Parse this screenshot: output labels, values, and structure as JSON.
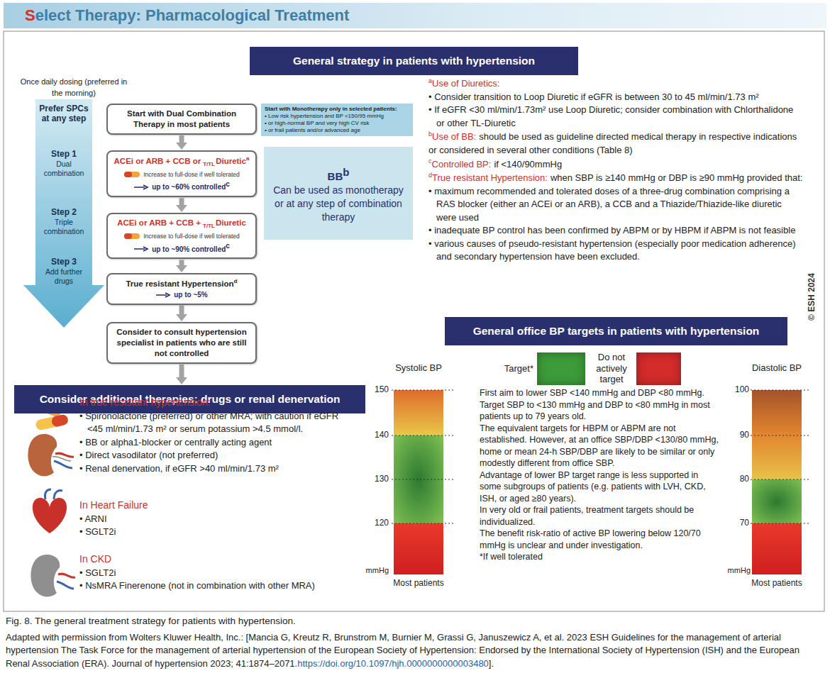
{
  "diagram": {
    "title": "Select Therapy: Pharmacological Treatment",
    "caption": "Fig. 8. The general treatment strategy for patients with hypertension.",
    "nodes": [
      {
        "text": [
          "General strategy in patients with hypertension"
        ]
      },
      {
        "text": [
          "Prefer SPCs at any step",
          "Step 1",
          "Dual combination",
          "Step 2",
          "Triple combination",
          "Step 3",
          "Add further drugs"
        ]
      },
      {
        "text": [
          "Start with Dual Combination Therapy in most patients"
        ]
      },
      {
        "text": [
          "Start with Monotherapy only in selected patients:",
          "• Low risk hypertension and BP <150/95 mmHg",
          "• or high-normal BP and very high CV risk",
          "• or frail patients and/or advanced age"
        ]
      },
      {
        "text": [
          "ACEi or ARB + CCB or",
          "T/TL",
          "Diuretic",
          "a",
          "Increase to full-dose if well tolerated",
          "up to ~60% controlled",
          "c"
        ]
      },
      {
        "text": [
          "BB",
          "b",
          "Can be used as monotherapy or at any step of combination therapy"
        ]
      },
      {
        "text": [
          "ACEi or ARB + CCB +",
          "T/TL",
          "Diuretic",
          "Increase to full-dose if well tolerated",
          "up to ~90% controlled",
          "c"
        ]
      },
      {
        "text": [
          "True resistant Hypertension",
          "d",
          "up to ~5%"
        ]
      },
      {
        "text": [
          "Consider to consult hypertension specialist in patients who are still not controlled"
        ]
      },
      {
        "text": [
          "Consider additional therapies: drugs or renal denervation"
        ]
      },
      {
        "text": [
          "General office BP targets in patients with hypertension"
        ]
      }
    ],
    "edges": [
      {
        "from": 2,
        "to": 4,
        "arrow": "to"
      },
      {
        "from": 4,
        "to": 6,
        "arrow": "to"
      },
      {
        "from": 6,
        "to": 7,
        "arrow": "to"
      },
      {
        "from": 7,
        "to": 8,
        "arrow": "to"
      },
      {
        "from": 8,
        "to": 9,
        "arrow": "to"
      }
    ],
    "labels": [
      "Once daily dosing (preferred in the morning)",
      "a",
      "Use of Diuretics:",
      "• Consider transition to Loop Diuretic if eGFR is between 30 to 45 ml/min/1.73 m²",
      "• If eGFR <30 ml/min/1.73m² use Loop Diuretic; consider combination with Chlorthalidone or other TL-Diuretic",
      "b",
      "Use of BB:",
      "should be used as guideline directed medical therapy in respective indications or considered in several other conditions (Table 8)",
      "c",
      "Controlled BP:",
      "if <140/90mmHg",
      "d",
      "True resistant Hypertension:",
      "when SBP is ≥140 mmHg or DBP is ≥90 mmHg provided that:",
      "• maximum recommended and tolerated doses of a three-drug combination comprising a RAS blocker (either an ACEi or an ARB), a CCB and a Thiazide/Thiazide-like diuretic were used",
      "• inadequate BP control has been confirmed by ABPM or by HBPM if ABPM is not feasible",
      "• various causes of pseudo-resistant hypertension (especially poor medication adherence) and secondary hypertension have been excluded.",
      "© ESH 2024",
      "In true resistant hypertension:",
      "• Spironolactone (preferred) or other MRA; with caution if eGFR <45 ml/min/1.73 m² or serum potassium >4.5 mmol/l.",
      "• BB or alpha1-blocker or centrally acting agent",
      "• Direct vasodilator (not preferred)",
      "• Renal denervation, if eGFR >40 ml/min/1.73 m²",
      "In Heart Failure",
      "• ARNI",
      "• SGLT2i",
      "In CKD",
      "• SGLT2i",
      "• NsMRA Finerenone (not in combination with other MRA)",
      "Systolic BP",
      "Diastolic BP",
      "150",
      "140",
      "130",
      "120",
      "mmHg",
      "Most patients",
      "100",
      "90",
      "80",
      "70",
      "mmHg",
      "Most patients",
      "First aim to lower SBP <140 mmHg and DBP <80 mmHg.",
      "Target SBP to <130 mmHg and DBP to <80 mmHg in most patients up to 79 years old.",
      "The equivalent targets for HBPM or ABPM are not established. However, at an office SBP/DBP <130/80 mmHg, home or mean 24-h SBP/DBP are likely to be similar or only modestly different from office SBP.",
      "Advantage of lower BP target range is less supported in some subgroups of patients (e.g. patients with LVH, CKD, ISH, or aged ≥80 years).",
      "In very old or frail patients, treatment targets should be individualized.",
      "The benefit risk-ratio of active BP lowering below 120/70 mmHg is unclear and under investigation.",
      "*If well tolerated",
      "Adapted with permission from Wolters Kluwer Health, Inc.: [Mancia G, Kreutz R, Brunstrom M, Burnier M, Grassi G, Januszewicz A, et al. 2023 ESH Guidelines for the management of arterial hypertension The Task Force for the management of arterial hypertension of the European Society of Hypertension: Endorsed by the International Society of Hypertension (ISH) and the European Renal Association (ERA). Journal of hypertension 2023; 41:1874–2071.",
      "https://doi.org/10.1097/hjh.0000000000003480",
      "]."
    ],
    "legend": [
      {
        "text": "Target*",
        "color": "#3d9b3a"
      },
      {
        "text": "Do not actively target",
        "color": "#d42b2b"
      }
    ]
  }
}
